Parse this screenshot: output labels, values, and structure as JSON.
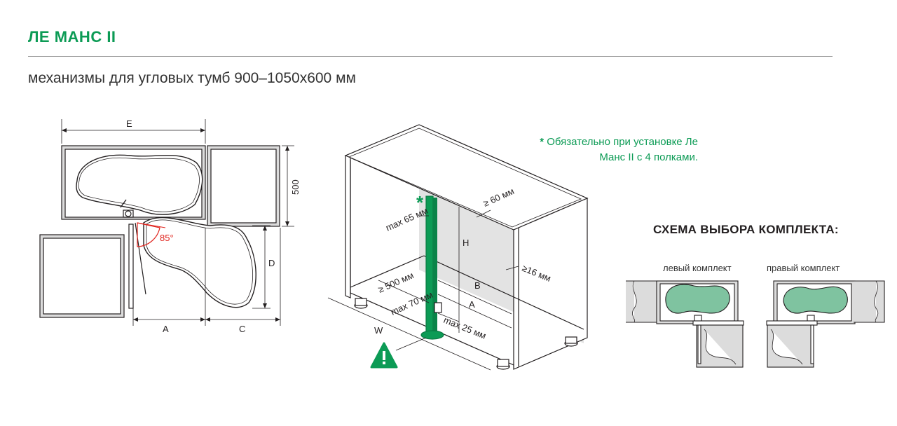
{
  "title": "ЛЕ МАНС II",
  "subtitle": "механизмы для угловых тумб 900–1050x600 мм",
  "note": {
    "asterisk": "*",
    "text_line1": "Обязательно при установке Ле",
    "text_line2": "Манс II с 4 полками."
  },
  "scheme": {
    "title": "СХЕМА ВЫБОРА КОМПЛЕКТА:",
    "left_kit": "левый комплект",
    "right_kit": "правый комплект"
  },
  "plan_labels": {
    "E": "E",
    "d500": "500",
    "D": "D",
    "A": "A",
    "C": "C",
    "angle": "85°"
  },
  "cabinet_labels": {
    "max65": "max 65 мм",
    "ge60": "≥ 60 мм",
    "H": "H",
    "ge16": "≥16 мм",
    "ge500": "≥ 500 мм",
    "B": "B",
    "max70": "max 70 мм",
    "A": "A",
    "max25": "max 25 мм",
    "W": "W",
    "asterisk": "*"
  },
  "colors": {
    "brand_green": "#0c9b55",
    "shelf_fill": "#7fc3a0",
    "panel_gray": "#dcdcdc",
    "line": "#231f20"
  },
  "icons": [
    "warning-triangle-icon"
  ]
}
